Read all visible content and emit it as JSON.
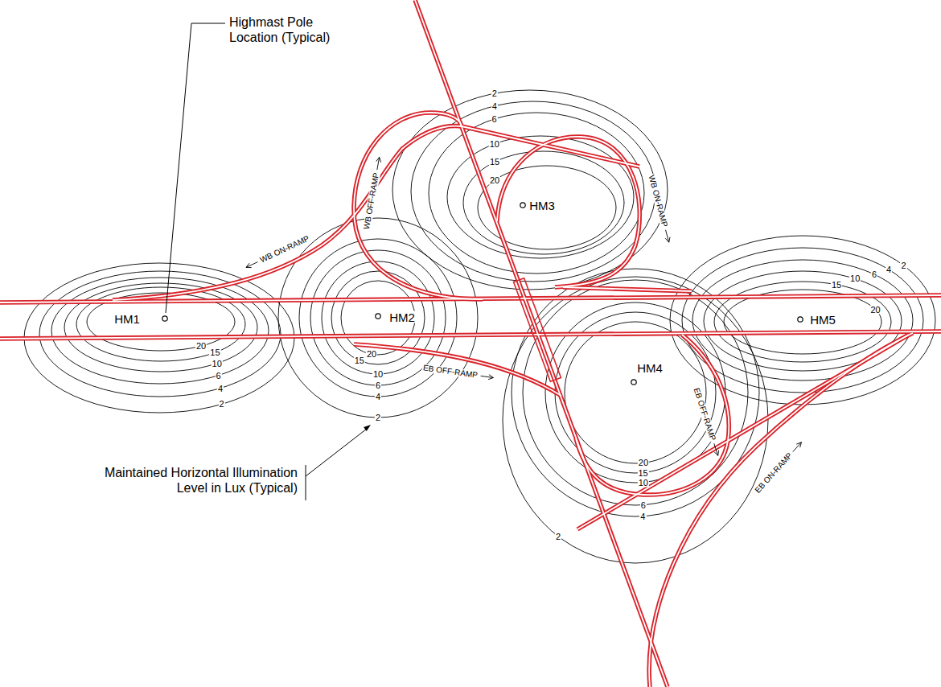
{
  "diagram": {
    "labels": [
      "Highmast Pole Location (Typical)",
      "2",
      "4",
      "6",
      "10",
      "15",
      "20",
      "HM3",
      "WB OFF-RAMP",
      "WB ON-RAMP",
      "WB ON-RAMP",
      "2",
      "4",
      "6",
      "10",
      "15",
      "20",
      "HM1",
      "HM2",
      "HM5",
      "HM4",
      "20",
      "15",
      "10",
      "6",
      "4",
      "2",
      "20",
      "15",
      "10",
      "6",
      "4",
      "EB OFF-RAMP",
      "EB OFF-RAMP",
      "2",
      "20",
      "15",
      "10",
      "6",
      "4",
      "2",
      "EB ON-RAMP",
      "Maintained Horizontal Illumination Level in Lux (Typical)"
    ]
  }
}
